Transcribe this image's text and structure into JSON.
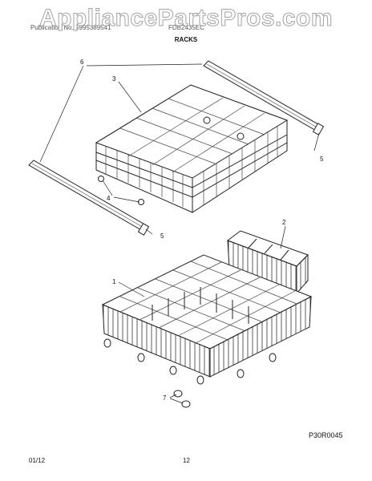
{
  "watermark": "AppliancePartsPros.com",
  "header": {
    "left_text": "Publication No. 5995389541",
    "right_text": "FDB2435EC",
    "section_title": "RACKS"
  },
  "callouts": {
    "c1": "1",
    "c2": "2",
    "c3": "3",
    "c4": "4",
    "c5a": "5",
    "c5b": "5",
    "c6": "6",
    "c7": "7"
  },
  "drawing_code": "P30R0045",
  "footer": {
    "date": "01/12",
    "page_number": "12"
  }
}
